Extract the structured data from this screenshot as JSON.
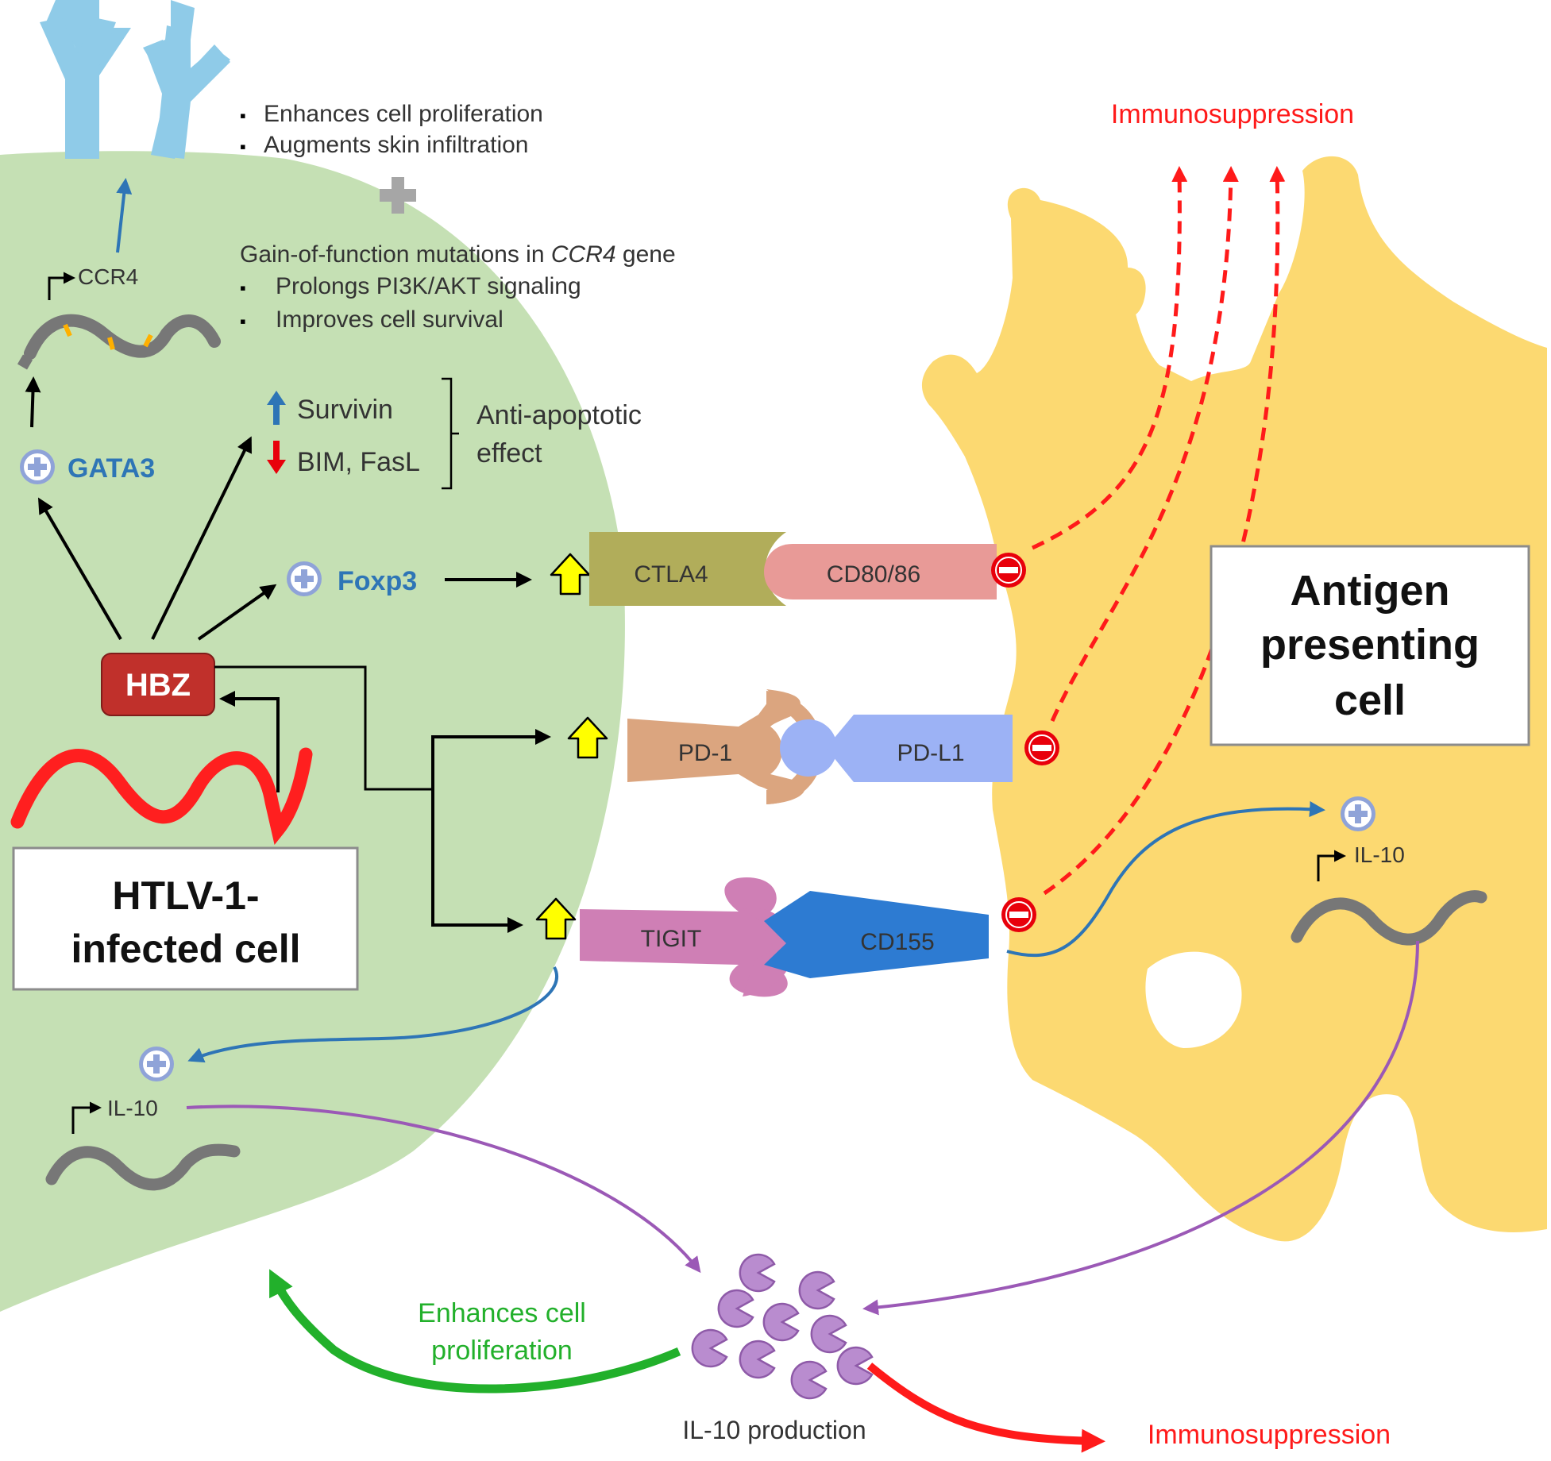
{
  "colors": {
    "infected_cell": "#c5e0b4",
    "apc": "#fcd971",
    "ccr4_receptor": "#8fcbe8",
    "hbz_box": "#c0302b",
    "hbz_rna": "#ff1f1f",
    "dna": "#777777",
    "mutation_marks": "#ffb000",
    "gene_text_blue": "#2e75b6",
    "ctla4": "#b1ad5a",
    "cd8086": "#e89a97",
    "pd1": "#dba57f",
    "pdl1": "#9cb2f5",
    "tigit": "#cf7fb5",
    "cd155": "#2d7bd2",
    "il10_particles": "#b98ccf",
    "suppression_red": "#ff1a1a",
    "proliferation_green": "#22b02b",
    "up_arrow_yellow": "#ffff00",
    "plus_circle": "#8fa3d8",
    "plus_gray": "#a6a6a6"
  },
  "labels": {
    "infected_cell": [
      "HTLV-1-",
      "infected cell"
    ],
    "apc": [
      "Antigen",
      "presenting",
      "cell"
    ],
    "immunosuppression_top": "Immunosuppression",
    "immunosuppression_bottom": "Immunosuppression",
    "il10_production": "IL-10 production",
    "enhances_proliferation": [
      "Enhances cell",
      "proliferation"
    ],
    "hbz": "HBZ",
    "gata3": "GATA3",
    "foxp3": "Foxp3",
    "ccr4": "CCR4",
    "il10_infected": "IL-10",
    "il10_apc": "IL-10",
    "ccr4_effects": [
      "Enhances cell proliferation",
      "Augments skin infiltration"
    ],
    "mutations_title_pre": "Gain-of-function mutations in ",
    "mutations_title_gene": "CCR4",
    "mutations_title_post": " gene",
    "mutation_effects": [
      "Prolongs PI3K/AKT signaling",
      "Improves cell survival"
    ],
    "survivin": "Survivin",
    "bim_fasl": "BIM, FasL",
    "anti_apoptotic": [
      "Anti-apoptotic",
      "effect"
    ],
    "ctla4": "CTLA4",
    "cd8086": "CD80/86",
    "pd1": "PD-1",
    "pdl1": "PD-L1",
    "tigit": "TIGIT",
    "cd155": "CD155",
    "bullet": "▪"
  },
  "icons": [
    "receptor-y-icon",
    "plus-icon",
    "minus-icon",
    "up-arrow-icon",
    "dna-wave-icon",
    "promoter-arrow-icon",
    "il10-particle-icon"
  ]
}
